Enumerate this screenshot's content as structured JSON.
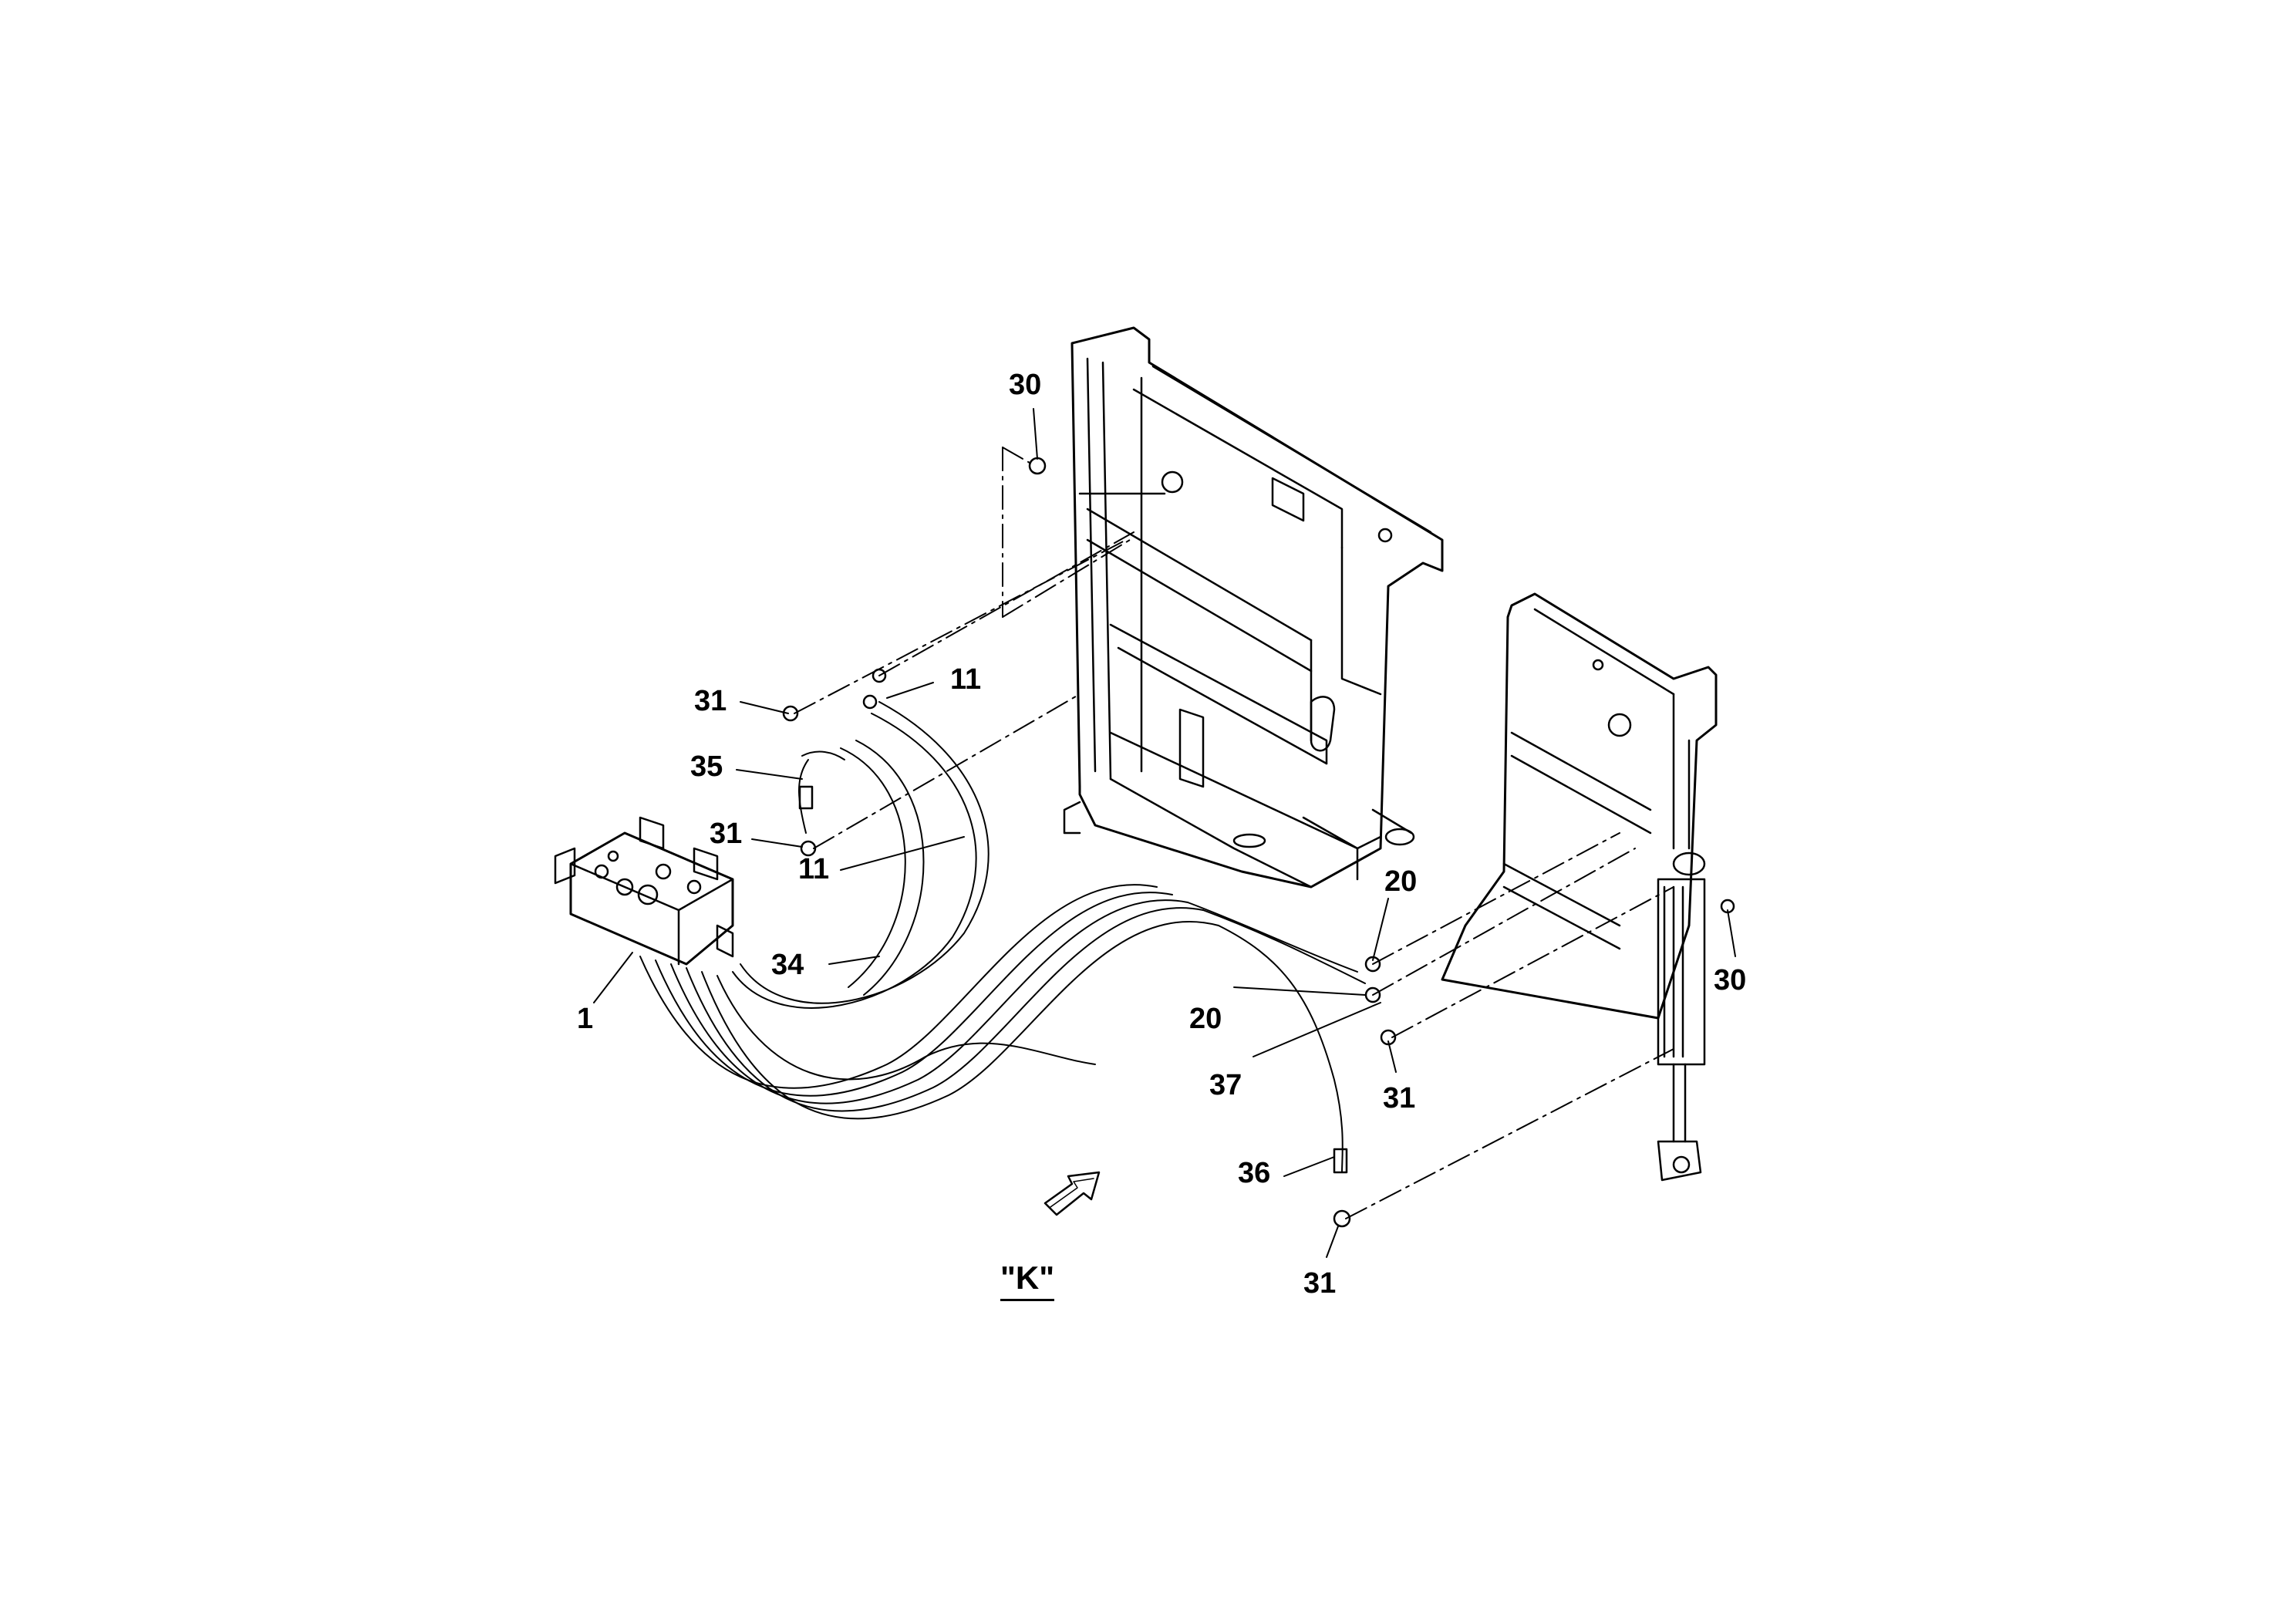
{
  "callouts": {
    "c30_top": "30",
    "c31_a": "31",
    "c11_a": "11",
    "c35": "35",
    "c31_b": "31",
    "c11_b": "11",
    "c34": "34",
    "c1": "1",
    "c20_a": "20",
    "c20_b": "20",
    "c37": "37",
    "c31_c": "31",
    "c30_right": "30",
    "c36": "36",
    "c31_d": "31"
  },
  "view_label": "\"K\""
}
